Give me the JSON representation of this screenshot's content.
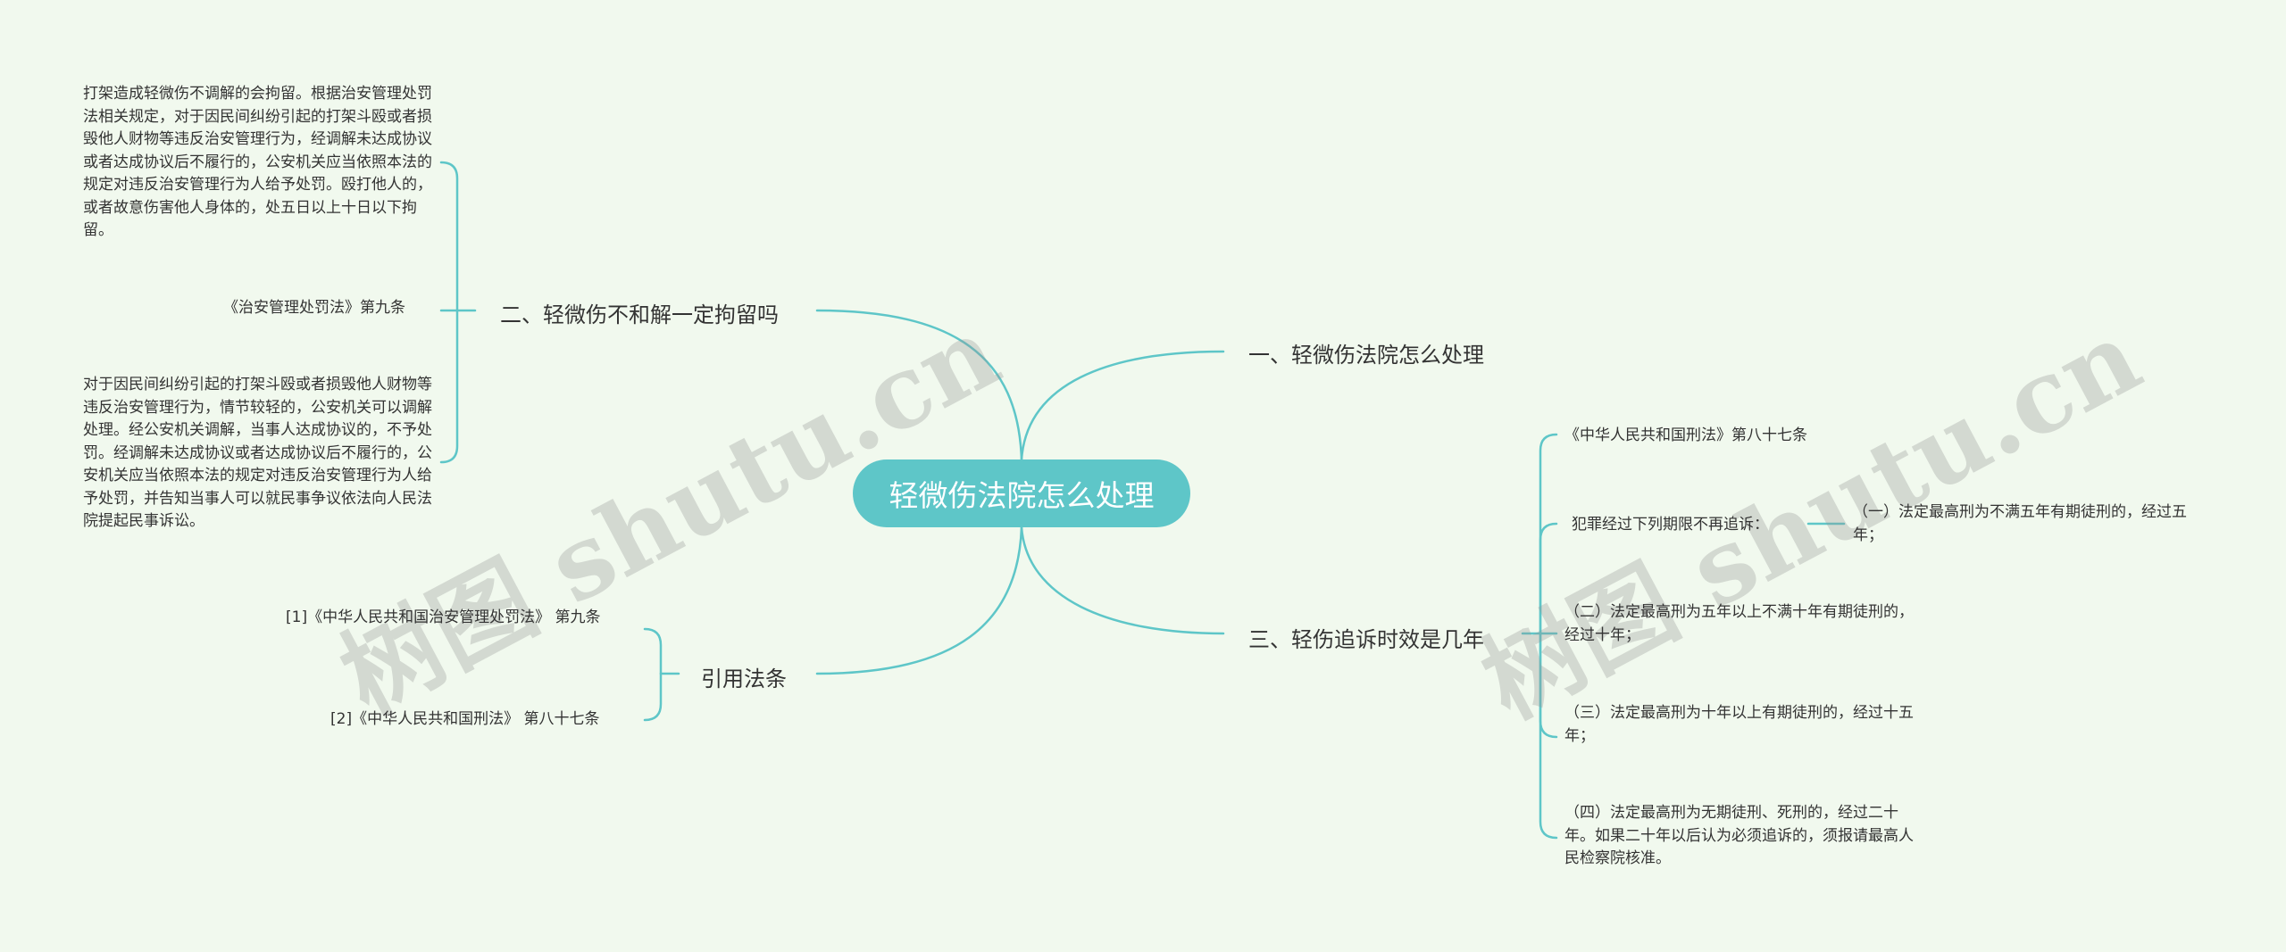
{
  "root": {
    "label": "轻微伤法院怎么处理"
  },
  "branches": {
    "b1": {
      "label": "一、轻微伤法院怎么处理"
    },
    "b2": {
      "label": "二、轻微伤不和解一定拘留吗",
      "leaves": [
        "打架造成轻微伤不调解的会拘留。根据治安管理处罚法相关规定，对于因民间纠纷引起的打架斗殴或者损毁他人财物等违反治安管理行为，经调解未达成协议或者达成协议后不履行的，公安机关应当依照本法的规定对违反治安管理行为人给予处罚。殴打他人的，或者故意伤害他人身体的，处五日以上十日以下拘留。",
        "《治安管理处罚法》第九条",
        "对于因民间纠纷引起的打架斗殴或者损毁他人财物等违反治安管理行为，情节较轻的，公安机关可以调解处理。经公安机关调解，当事人达成协议的，不予处罚。经调解未达成协议或者达成协议后不履行的，公安机关应当依照本法的规定对违反治安管理行为人给予处罚，并告知当事人可以就民事争议依法向人民法院提起民事诉讼。"
      ]
    },
    "b3": {
      "label": "三、轻伤追诉时效是几年",
      "leaves": [
        "《中华人民共和国刑法》第八十七条",
        "犯罪经过下列期限不再追诉：",
        "（二）法定最高刑为五年以上不满十年有期徒刑的，经过十年；",
        "（三）法定最高刑为十年以上有期徒刑的，经过十五年；",
        "（四）法定最高刑为无期徒刑、死刑的，经过二十年。如果二十年以后认为必须追诉的，须报请最高人民检察院核准。"
      ],
      "sub_leaf": "（一）法定最高刑为不满五年有期徒刑的，经过五年；"
    },
    "b4": {
      "label": "引用法条",
      "leaves": [
        "[1]《中华人民共和国治安管理处罚法》 第九条",
        "[2]《中华人民共和国刑法》 第八十七条"
      ]
    }
  },
  "watermark": "树图 shutu.cn",
  "colors": {
    "background": "#f1f9ee",
    "accent": "#5ec6c8",
    "text": "#333333"
  }
}
